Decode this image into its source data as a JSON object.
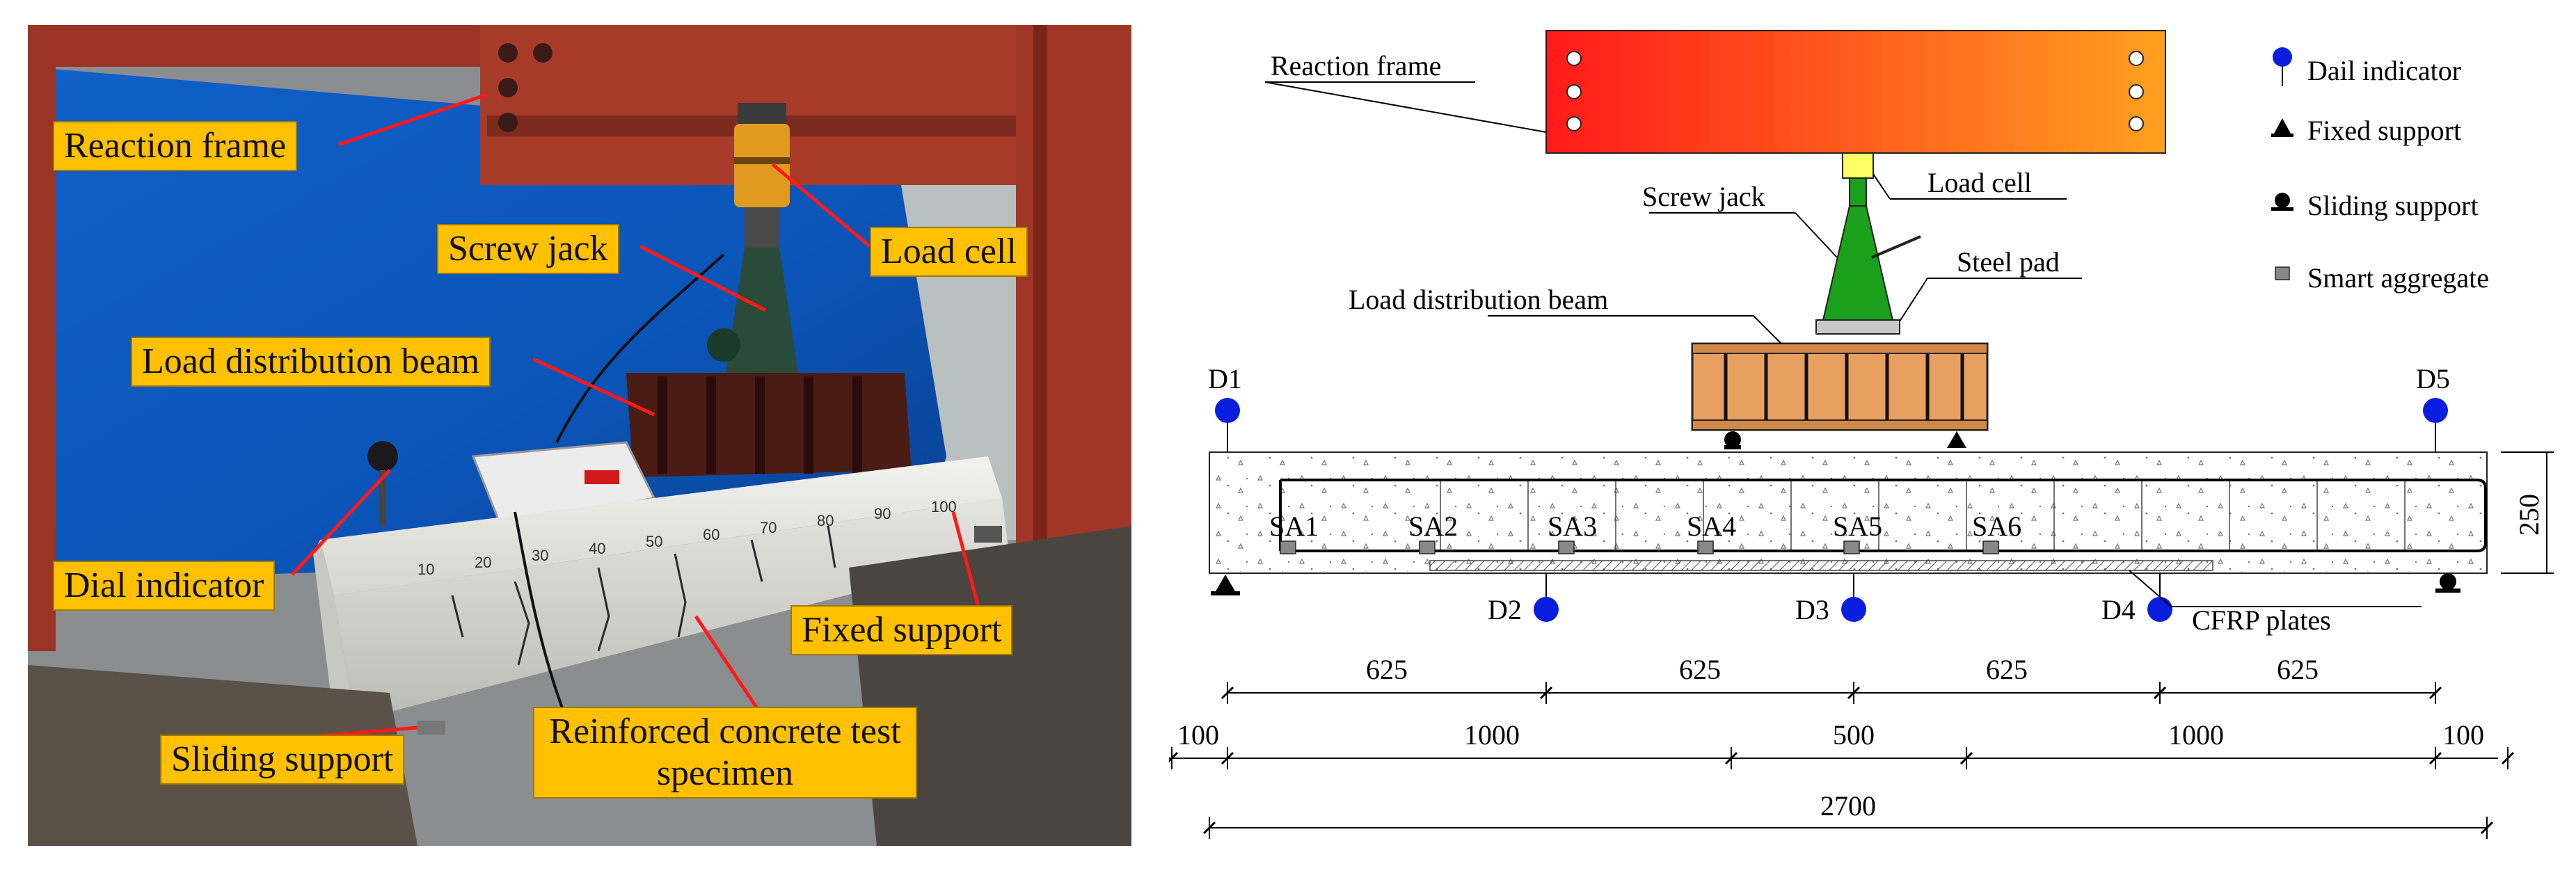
{
  "photo": {
    "callouts": {
      "reaction_frame": "Reaction frame",
      "screw_jack": "Screw jack",
      "load_cell": "Load cell",
      "load_distribution_beam": "Load distribution beam",
      "dial_indicator": "Dial indicator",
      "fixed_support": "Fixed support",
      "sliding_support": "Sliding support",
      "specimen": "Reinforced concrete test specimen"
    },
    "beam_marks": [
      "10",
      "20",
      "30",
      "40",
      "50",
      "60",
      "70",
      "80",
      "90",
      "100"
    ]
  },
  "schematic": {
    "labels": {
      "reaction_frame": "Reaction frame",
      "load_cell": "Load cell",
      "screw_jack": "Screw jack",
      "steel_pad": "Steel pad",
      "load_distribution_beam": "Load distribution beam",
      "cfrp_plates": "CFRP plates",
      "height": "250"
    },
    "dial_indicators": [
      "D1",
      "D2",
      "D3",
      "D4",
      "D5"
    ],
    "smart_aggregates": [
      "SA1",
      "SA2",
      "SA3",
      "SA4",
      "SA5",
      "SA6"
    ],
    "dimensions": {
      "row1": [
        "625",
        "625",
        "625",
        "625"
      ],
      "row2": [
        "100",
        "1000",
        "500",
        "1000",
        "100"
      ],
      "total": "2700"
    },
    "legend": [
      {
        "icon": "dial-indicator-icon",
        "label": "Dail indicator"
      },
      {
        "icon": "fixed-support-icon",
        "label": "Fixed support"
      },
      {
        "icon": "sliding-support-icon",
        "label": "Sliding support"
      },
      {
        "icon": "smart-aggregate-icon",
        "label": "Smart aggregate"
      }
    ],
    "colors": {
      "frame_start": "#ff1a1a",
      "frame_end": "#ffa020",
      "jack": "#1aa01a",
      "beam": "#e8a060",
      "indicator": "#0a1ee0"
    }
  }
}
